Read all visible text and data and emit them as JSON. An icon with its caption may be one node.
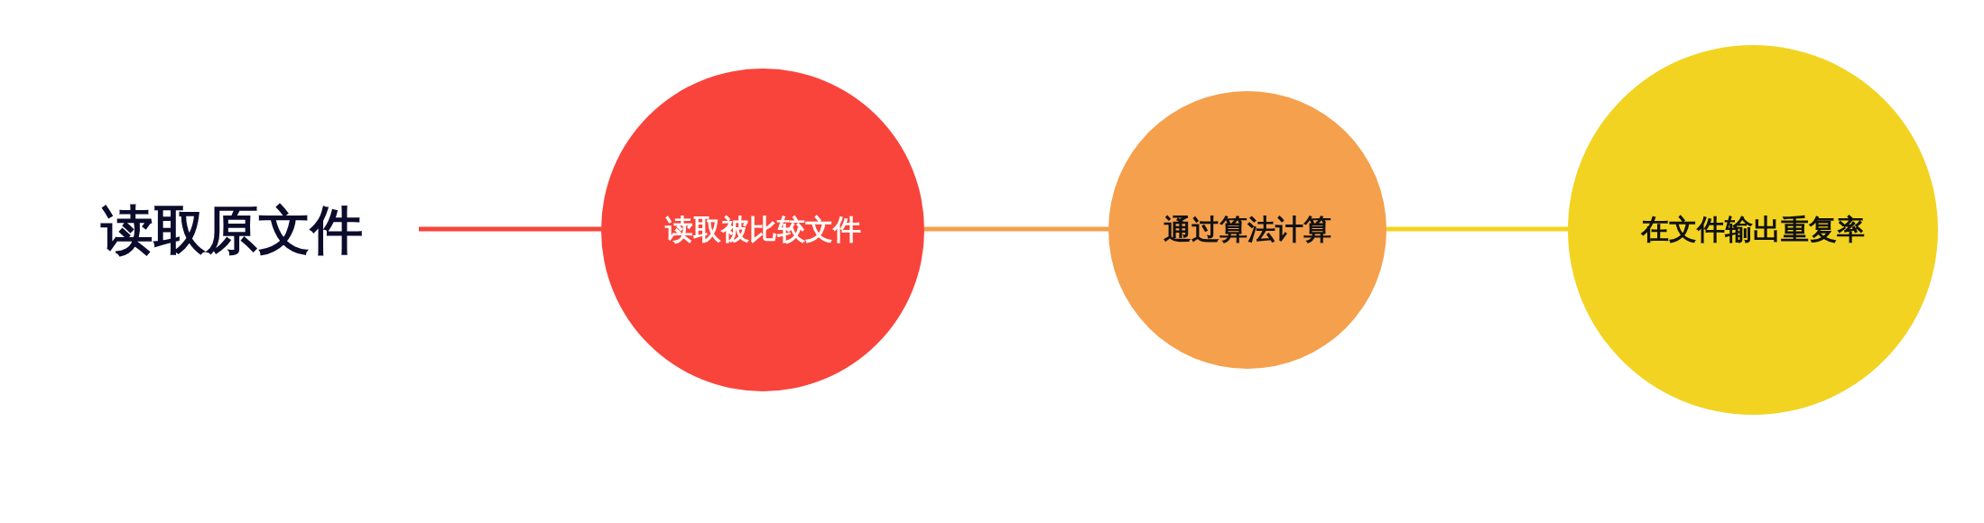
{
  "diagram": {
    "nodes": [
      {
        "text": [
          "读取原文件"
        ]
      },
      {
        "text": [
          "读取被比较文件"
        ]
      },
      {
        "text": [
          "通过算法计算"
        ]
      },
      {
        "text": [
          "在文件输出重复率"
        ]
      }
    ],
    "edges": [
      {
        "from": 0,
        "to": 1,
        "arrow": "none",
        "color": "#f9443b"
      },
      {
        "from": 1,
        "to": 2,
        "arrow": "none",
        "color": "#f5a04d"
      },
      {
        "from": 2,
        "to": 3,
        "arrow": "none",
        "color": "#f2d321"
      }
    ]
  }
}
